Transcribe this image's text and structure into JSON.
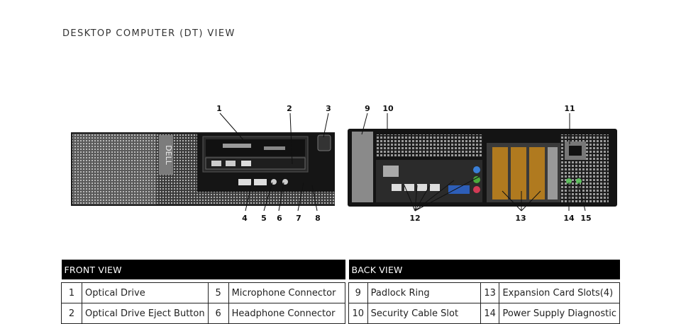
{
  "page": {
    "title": "DESKTOP COMPUTER (DT) VIEW"
  },
  "callouts": {
    "front": [
      "1",
      "2",
      "3",
      "4",
      "5",
      "6",
      "7",
      "8"
    ],
    "back": [
      "9",
      "10",
      "11",
      "12",
      "13",
      "14",
      "15"
    ]
  },
  "front_table": {
    "header": "FRONT VIEW",
    "rows": [
      {
        "n1": "1",
        "label1": "Optical Drive",
        "n2": "5",
        "label2": "Microphone Connector"
      },
      {
        "n1": "2",
        "label1": "Optical Drive Eject Button",
        "n2": "6",
        "label2": "Headphone Connector"
      }
    ]
  },
  "back_table": {
    "header": "BACK VIEW",
    "rows": [
      {
        "n1": "9",
        "label1": "Padlock Ring",
        "n2": "13",
        "label2": "Expansion Card Slots(4)"
      },
      {
        "n1": "10",
        "label1": "Security Cable Slot",
        "n2": "14",
        "label2": "Power Supply Diagnostic"
      }
    ]
  },
  "brand": {
    "logo_text": "DELL"
  }
}
